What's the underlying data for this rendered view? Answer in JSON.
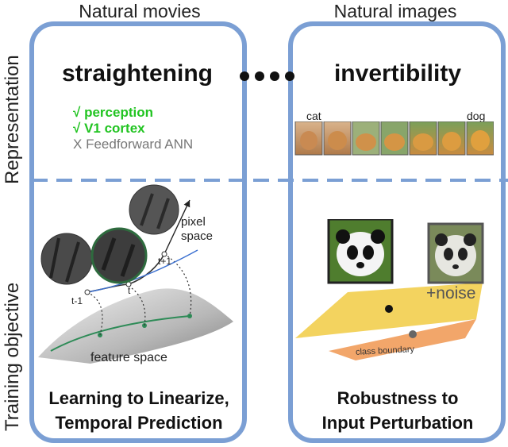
{
  "columns": {
    "left_title": "Natural movies",
    "right_title": "Natural images"
  },
  "rows": {
    "top_label": "Representation",
    "bottom_label": "Training objective"
  },
  "left_panel": {
    "heading": "straightening",
    "list": [
      {
        "mark": "√",
        "text": "perception",
        "status": "yes"
      },
      {
        "mark": "√",
        "text": "V1 cortex",
        "status": "yes"
      },
      {
        "mark": "X",
        "text": "Feedforward ANN",
        "status": "no"
      }
    ],
    "diagram_labels": {
      "pixel_space": "pixel\nspace",
      "t_minus": "t-1",
      "t": "t",
      "t_plus": "t+1",
      "feature_space": "feature space"
    },
    "objective_line1": "Learning to Linearize,",
    "objective_line2": "Temporal Prediction"
  },
  "right_panel": {
    "heading": "invertibility",
    "morph_start": "cat",
    "morph_end": "dog",
    "noise_label": "+noise",
    "boundary_label": "class boundary",
    "objective_line1": "Robustness to",
    "objective_line2": "Input Perturbation"
  },
  "colors": {
    "panel_border": "#7b9fd4",
    "check": "#22c422",
    "cross": "#777777",
    "manifold_path": "#2e8b57",
    "plane_yellow": "#f3d35f",
    "plane_orange": "#f2a66a"
  }
}
